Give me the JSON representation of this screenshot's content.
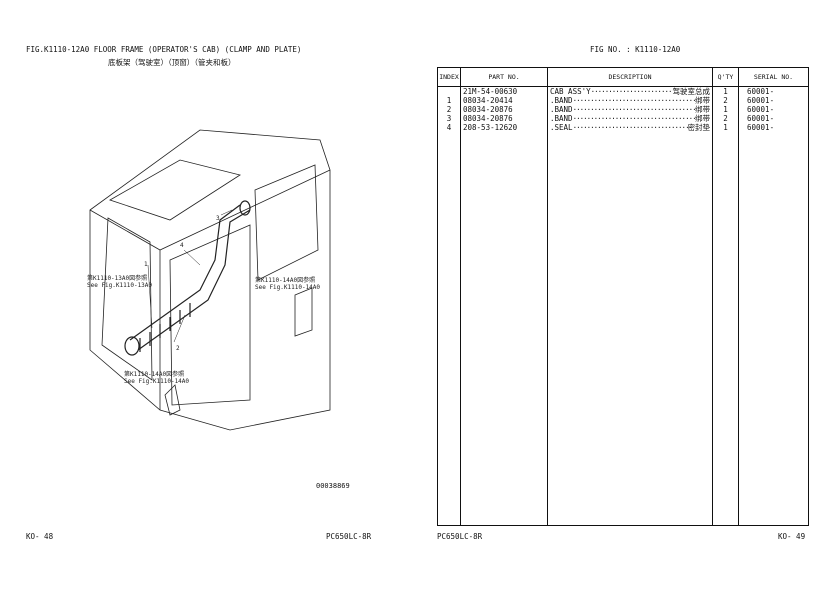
{
  "header": {
    "fig_title": "FIG.K1110-12A0   FLOOR FRAME (OPERATOR'S CAB) (CLAMP AND PLATE)",
    "fig_subtitle": "底板架（驾驶室）（顶窗）（管夹和板）",
    "fig_no": "FIG NO. : K1110-12A0"
  },
  "illustration": {
    "figure_id": "00038869",
    "callouts": [
      "1",
      "2",
      "3",
      "4"
    ],
    "refs": [
      {
        "cn": "第K1110-13A0図参照",
        "en": "See Fig.K1110-13A0"
      },
      {
        "cn": "第K1110-14A0図参照",
        "en": "See Fig.K1110-14A0"
      },
      {
        "cn": "第K1110-14A0図参照",
        "en": "See Fig.K1110-14A0"
      }
    ]
  },
  "table": {
    "headers": {
      "index": "INDEX",
      "part": "PART  NO.",
      "desc": "DESCRIPTION",
      "qty": "Q'TY",
      "serial": "SERIAL NO."
    },
    "rows": [
      {
        "index": "",
        "part": "21M-54-00630",
        "desc": "CAB ASS'Y",
        "desc_cn": "驾驶室总成",
        "qty": "1",
        "serial": "60001-"
      },
      {
        "index": "1",
        "part": "08034-20414",
        "desc": ".BAND",
        "desc_cn": "绑带",
        "qty": "2",
        "serial": "60001-"
      },
      {
        "index": "2",
        "part": "08034-20876",
        "desc": ".BAND",
        "desc_cn": "绑带",
        "qty": "1",
        "serial": "60001-"
      },
      {
        "index": "3",
        "part": "08034-20876",
        "desc": ".BAND",
        "desc_cn": "绑带",
        "qty": "2",
        "serial": "60001-"
      },
      {
        "index": "4",
        "part": "208-53-12620",
        "desc": ".SEAL",
        "desc_cn": "密封垫",
        "qty": "1",
        "serial": "60001-"
      }
    ]
  },
  "footer": {
    "page_left": "KO-   48",
    "model_left": "PC650LC-8R",
    "model_right": "PC650LC-8R",
    "page_right": "KO-   49"
  }
}
